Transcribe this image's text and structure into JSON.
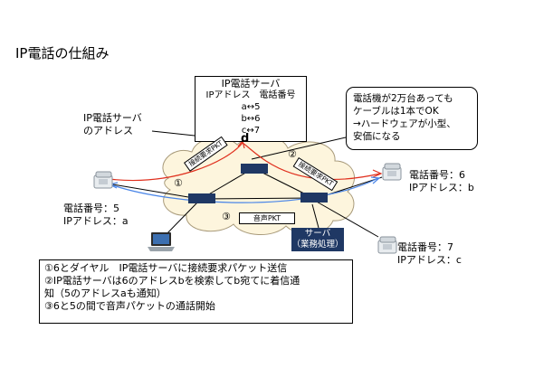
{
  "title": "IP電話の仕組み",
  "ip_server": {
    "title": "IP電話サーバ",
    "table_header": "IPアドレス　電話番号",
    "rows": [
      "a↔5",
      "b↔6",
      "c↔7"
    ]
  },
  "callout": {
    "lines": [
      "電話機が2万台あっても",
      "ケーブルは1本でOK",
      "→ハードウェアが小型、",
      "安価になる"
    ]
  },
  "server_address_label": {
    "lines": [
      "IP電話サーバ",
      "のアドレス"
    ]
  },
  "server_address_letter": "d",
  "packets": {
    "connect_request_left": "接続要求PKT",
    "connect_request_right": "接続要求PKT",
    "voice": "音声PKT"
  },
  "step_markers": [
    "①",
    "②",
    "③"
  ],
  "phones": {
    "phone5": {
      "number": "電話番号：5",
      "ip": "IPアドレス：a"
    },
    "phone6": {
      "number": "電話番号：6",
      "ip": "IPアドレス：b"
    },
    "phone7": {
      "number": "電話番号：7",
      "ip": "IPアドレス：c"
    }
  },
  "business_server": {
    "lines": [
      "サーバ",
      "（業務処理）"
    ]
  },
  "steps": [
    "①6とダイヤル　IP電話サーバに接続要求パケット送信",
    "②IP電話サーバは6のアドレスbを検索してb宛てに着信通",
    "知（5のアドレスaも通知）",
    "③6と5の間で音声パケットの通話開始"
  ],
  "colors": {
    "router": "#1f3864",
    "request_path": "#e0301e",
    "voice_path": "#4a86e8",
    "cloud_fill": "#fdf5dd",
    "cloud_stroke": "#a89a7a"
  }
}
